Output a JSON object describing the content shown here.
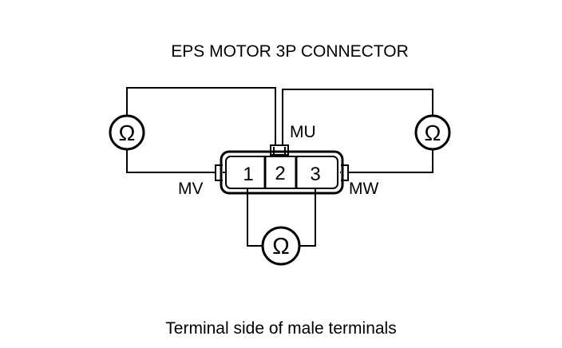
{
  "diagram": {
    "title": "EPS MOTOR 3P CONNECTOR",
    "caption": "Terminal side of male terminals",
    "terminals": [
      "1",
      "2",
      "3"
    ],
    "labels": {
      "mu": "MU",
      "mv": "MV",
      "mw": "MW"
    },
    "meter_symbol": "Ω",
    "meters": [
      {
        "name": "left",
        "from": "MV",
        "to": "MU"
      },
      {
        "name": "right",
        "from": "MU",
        "to": "MW"
      },
      {
        "name": "bottom",
        "from": "MV",
        "to": "MW"
      }
    ],
    "icons": {
      "meter": "ohmmeter-icon",
      "connector": "connector-3p-icon"
    },
    "colors": {
      "line": "#000000",
      "background": "#ffffff"
    }
  }
}
